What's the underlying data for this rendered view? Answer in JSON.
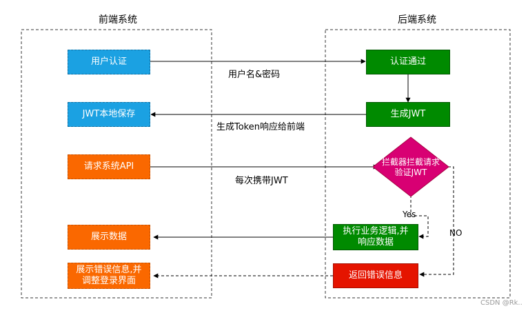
{
  "frontend": {
    "title": "前端系统"
  },
  "backend": {
    "title": "后端系统"
  },
  "nodes": {
    "user_auth": "用户认证",
    "jwt_store": "JWT本地保存",
    "request_api": "请求系统API",
    "show_data": "展示数据",
    "show_error": "展示错误信息,并\n调整登录界面",
    "auth_pass": "认证通过",
    "gen_jwt": "生成JWT",
    "interceptor": "拦截器拦截请求\n验证JWT",
    "exec_logic": "执行业务逻辑,并\n响应数据",
    "return_error": "返回错误信息"
  },
  "edges": {
    "credentials": "用户名&密码",
    "token_response": "生成Token响应给前端",
    "carry_jwt": "每次携带JWT",
    "yes": "Yes",
    "no": "NO"
  },
  "watermark": "CSDN @Rk..",
  "colors": {
    "blue": "#1ba1e2",
    "orange": "#fa6800",
    "green": "#008a00",
    "red": "#e51400",
    "magenta": "#d80073"
  }
}
